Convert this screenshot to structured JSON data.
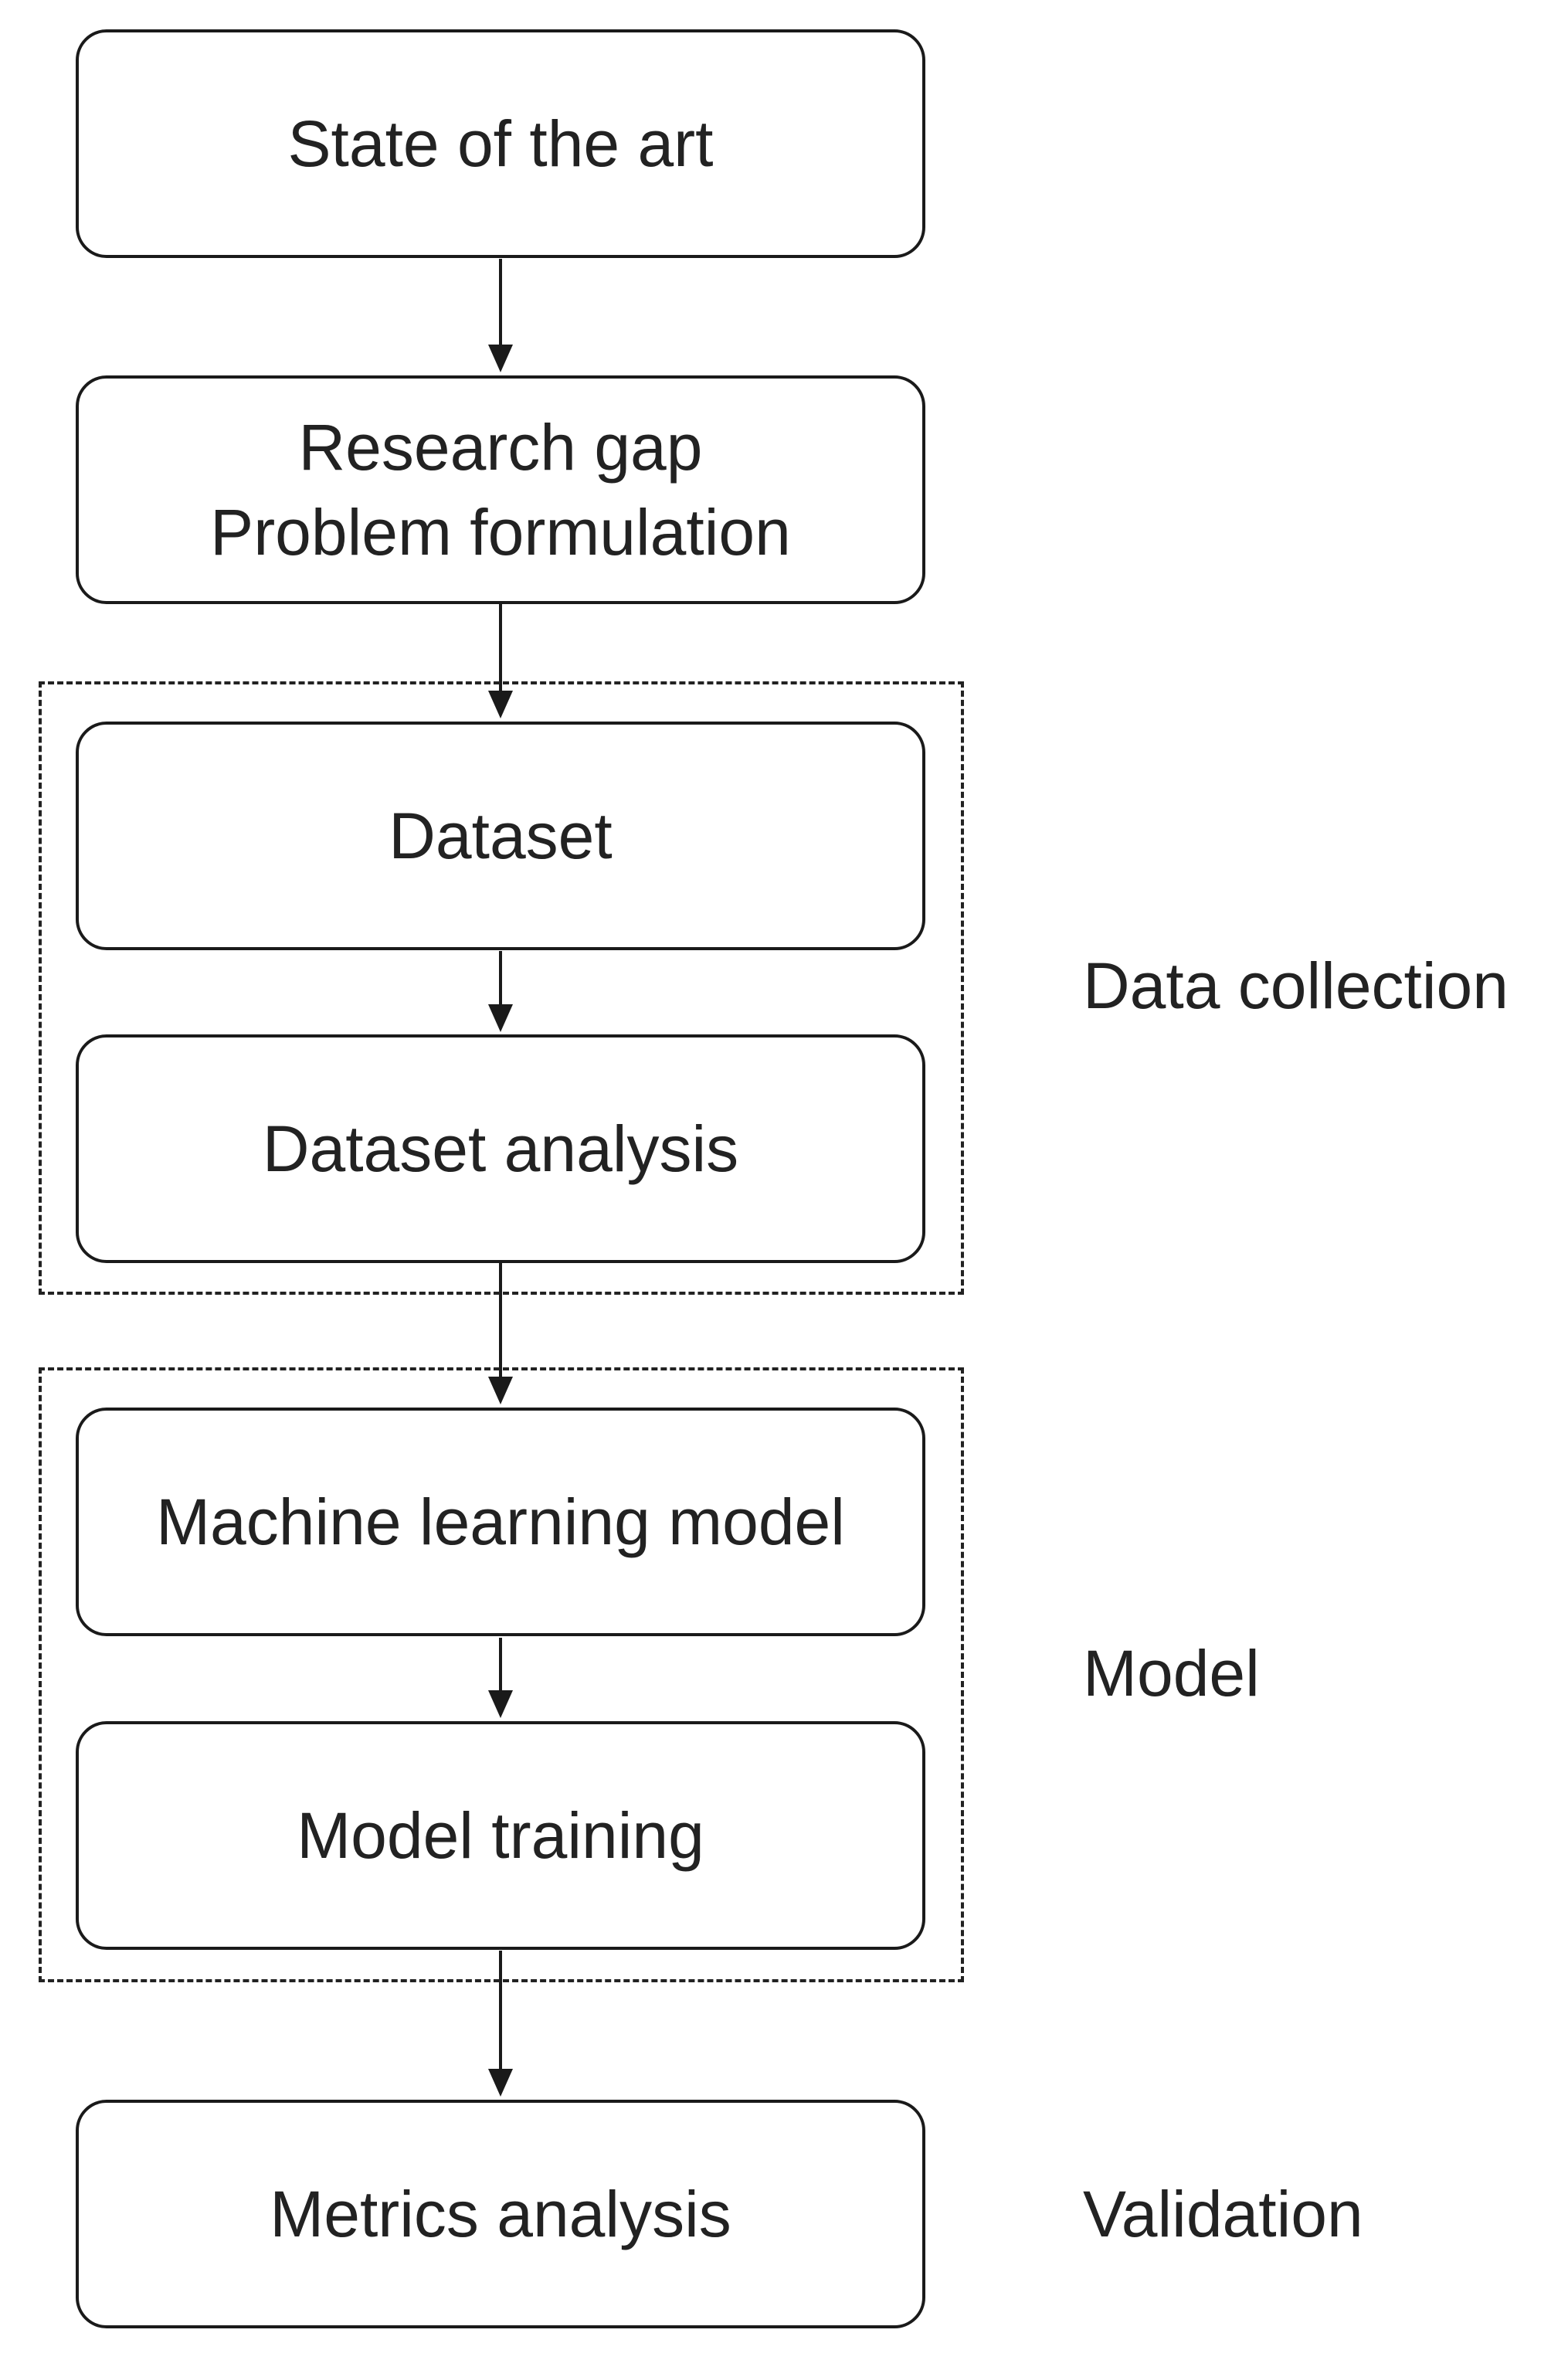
{
  "steps": [
    {
      "text": "State of the art"
    },
    {
      "text": "Research gap\nProblem formulation"
    },
    {
      "text": "Dataset"
    },
    {
      "text": "Dataset analysis"
    },
    {
      "text": "Machine learning model"
    },
    {
      "text": "Model training"
    },
    {
      "text": "Metrics analysis"
    }
  ],
  "groups": {
    "data_collection": "Data collection",
    "model": "Model",
    "validation": "Validation"
  },
  "colors": {
    "stroke": "#1a1a1a",
    "text": "#222222",
    "background": "#ffffff"
  }
}
